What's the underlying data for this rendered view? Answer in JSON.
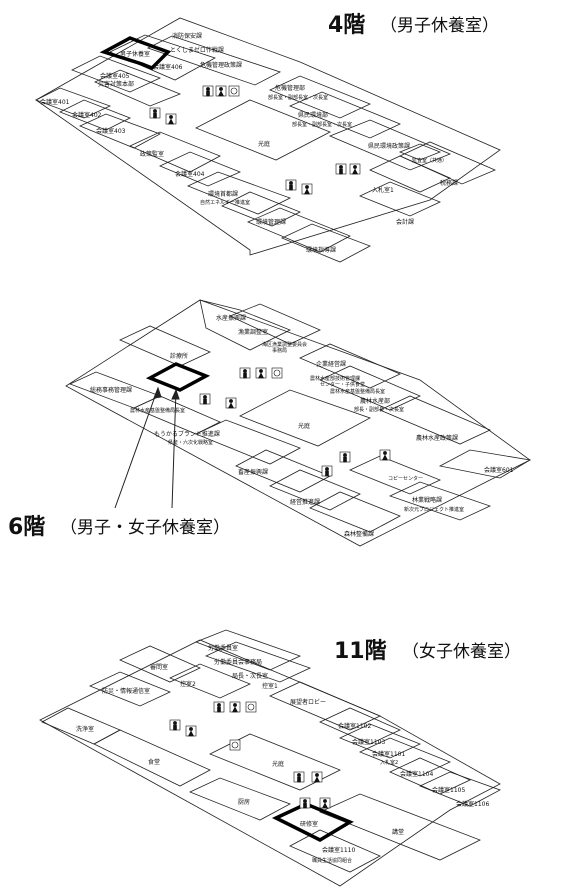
{
  "floors": [
    {
      "title": "4階",
      "subtitle": "（男子休養室）",
      "rooms": {
        "shobo": "消防保安課",
        "tokushima": "とくしまゼロ作戦課",
        "kyuyo": "男子休養室",
        "kikikanri_seisaku": "危機管理政策課",
        "kaigi405": "会議室405",
        "saigai": "災害対策本部",
        "kaigi406": "会議室406",
        "kikikanri_bu": "危機管理部",
        "kikikanri_bucho": "部長室・副部長室・次長室",
        "kaigi401": "会議室401",
        "kaigi402": "会議室402",
        "kaigi403": "会議室403",
        "kenmin_kankyo": "県民環境部",
        "kenmin_bucho": "部長室・副部長室・次長室",
        "seisaku_kansa": "政策監室",
        "kotei": "光庭",
        "kenmin_seisaku": "県民環境政策課",
        "kaigi404": "会議室404",
        "nyusatsu": "入札室1",
        "kankyo_shuto": "環境首都課",
        "shizen_ene": "自然エネルギー推進室",
        "kankyo_kanri": "環境管理課",
        "kankyo_shido": "環境指導課",
        "zeimu": "税務課",
        "zeimu_sub": "監査室（共通）",
        "kaikei": "会計課",
        "zeimu_kan": "税務課"
      }
    },
    {
      "title": "6階",
      "subtitle": "（男子・女子休養室）",
      "rooms": {
        "suisan_shinko": "水産振興課",
        "gyogyo_chosei": "漁業調整室",
        "kaiku_gyogyo": "海区漁業調整委員会",
        "jimukyoku": "事務局",
        "shinryojo": "診療所",
        "kigyo_keiei": "企業経営課",
        "norin_honbu": "農林水産部技術管理課",
        "center": "センター・子供食堂",
        "norin_shinko": "農林水産基盤整備局長室",
        "soumu_jimu": "総務事務管理課",
        "norin_bu": "農林水産部",
        "norin_bucho": "部長・副部長・次長室",
        "norin_kiban": "農林水産基盤整備局長室",
        "brand": "もうかるブランド推進課",
        "rokuji": "県産・六次化戦略室",
        "kotei": "光庭",
        "norin_seisaku": "農林水産政策課",
        "chikusan": "畜産振興課",
        "kaigi601": "会議室601",
        "keiei_suishin": "経営推進課",
        "copy": "コピーセンター",
        "rinsan": "林業戦略課",
        "shinkoen": "新次元プロジェクト推進室",
        "shinrin": "森林整備課"
      }
    },
    {
      "title": "11階",
      "subtitle": "（女子休養室）",
      "rooms": {
        "rodo_iin": "労働委員室",
        "rodo_jimu": "労働委員会事務局",
        "kansa_iin": "審問室",
        "bosai": "防災・情報通信室",
        "kicho": "局長・次長室",
        "kisoku": "控室2",
        "kyokucho": "控室1",
        "senjo": "洗浄室",
        "tenbo": "展望者ロビー",
        "kaigi1102": "会議室1102",
        "kaigi1103": "会議室1103",
        "kaigi1101": "会議室1101",
        "nyusatsu2": "入札室2",
        "kaigi1104": "会議室1104",
        "kaigi1105": "会議室1105",
        "kaigi1106": "会議室1106",
        "shokudo": "食堂",
        "kotei": "光庭",
        "chubo": "厨房",
        "kodo": "講堂",
        "kenshu": "研修室",
        "kaigi1110": "会議室1110",
        "shokuin": "職員生活協同組合"
      }
    }
  ],
  "icons": [
    "male-toilet-icon",
    "female-toilet-icon",
    "accessible-toilet-icon"
  ]
}
